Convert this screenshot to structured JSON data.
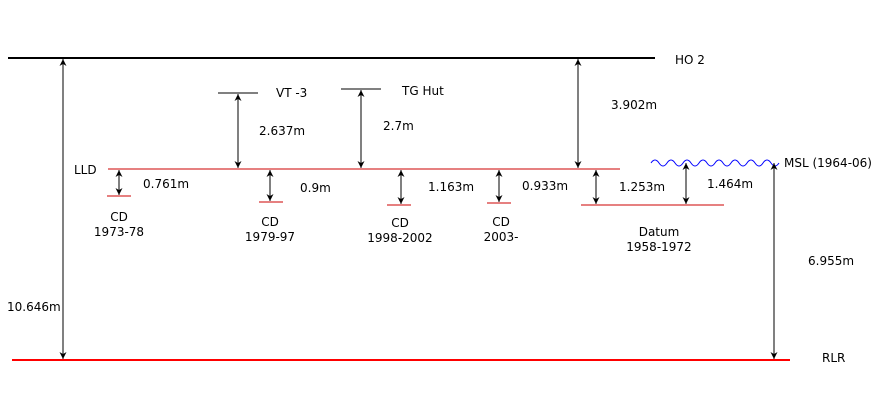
{
  "levels": {
    "ho2": "HO 2",
    "lld": "LLD",
    "msl": "MSL (1964-06)",
    "rlr": "RLR",
    "vt3": "VT -3",
    "tg_hut": "TG Hut"
  },
  "datums": [
    {
      "line1": "CD",
      "line2": "1973-78"
    },
    {
      "line1": "CD",
      "line2": "1979-97"
    },
    {
      "line1": "CD",
      "line2": "1998-2002"
    },
    {
      "line1": "CD",
      "line2": "2003-"
    },
    {
      "line1": "Datum",
      "line2": "1958-1972"
    }
  ],
  "measurements": {
    "ho2_to_rlr": "10.646m",
    "vt3_to_lld": "2.637m",
    "tghut_to_lld": "2.7m",
    "ho2_to_lld": "3.902m",
    "cd_1973_78": "0.761m",
    "cd_1979_97": "0.9m",
    "cd_1998_2002": "1.163m",
    "cd_2003": "0.933m",
    "datum_1958_1972": "1.253m",
    "msl_to_datum": "1.464m",
    "msl_to_rlr": "6.955m"
  },
  "colors": {
    "ho2_line": "#000000",
    "lld_line": "#cc0000",
    "rlr_line": "#ff0000",
    "msl_wave": "#0000ff",
    "datum_line": "#cc0000"
  }
}
